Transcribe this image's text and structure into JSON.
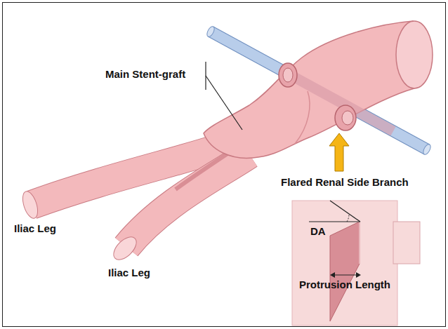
{
  "diagram": {
    "nodes": [
      {
        "text": [
          "DA",
          "Protrusion Length"
        ]
      }
    ],
    "labels": [
      "Main Stent-graft",
      "Flared Renal Side Branch",
      "Iliac Leg",
      "Iliac Leg"
    ]
  }
}
